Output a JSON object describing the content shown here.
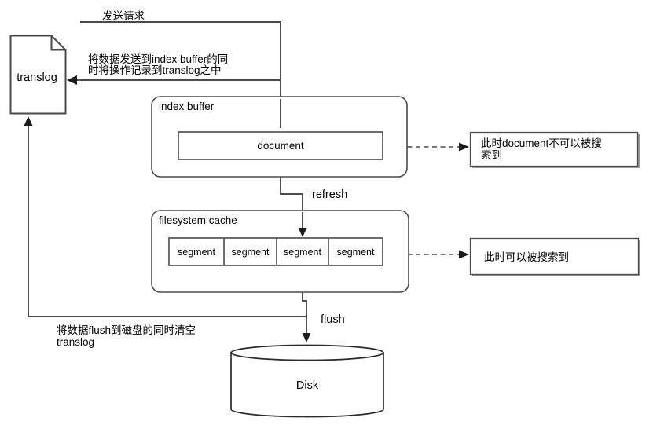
{
  "diagram": {
    "top": {
      "send_request_label": "发送请求",
      "note_line1": "将数据发送到index buffer的同",
      "note_line2": "时将操作记录到translog之中"
    },
    "translog": {
      "label": "translog"
    },
    "index_buffer": {
      "title": "index buffer",
      "document_label": "document"
    },
    "callout_not_searchable": {
      "line1": "此时document不可以被搜",
      "line2": "索到"
    },
    "refresh_label": "refresh",
    "filesystem_cache": {
      "title": "filesystem cache",
      "segments": [
        "segment",
        "segment",
        "segment",
        "segment"
      ]
    },
    "callout_searchable": {
      "text": "此时可以被搜索到"
    },
    "flush_label": "flush",
    "flush_note": {
      "line1": "将数据flush到磁盘的同时清空",
      "line2": "translog"
    },
    "disk": {
      "label": "Disk"
    },
    "colors": {
      "line": "#4a4a4a",
      "text": "#000000",
      "background": "#ffffff",
      "callout_shadow": "#9b9b9b"
    }
  }
}
